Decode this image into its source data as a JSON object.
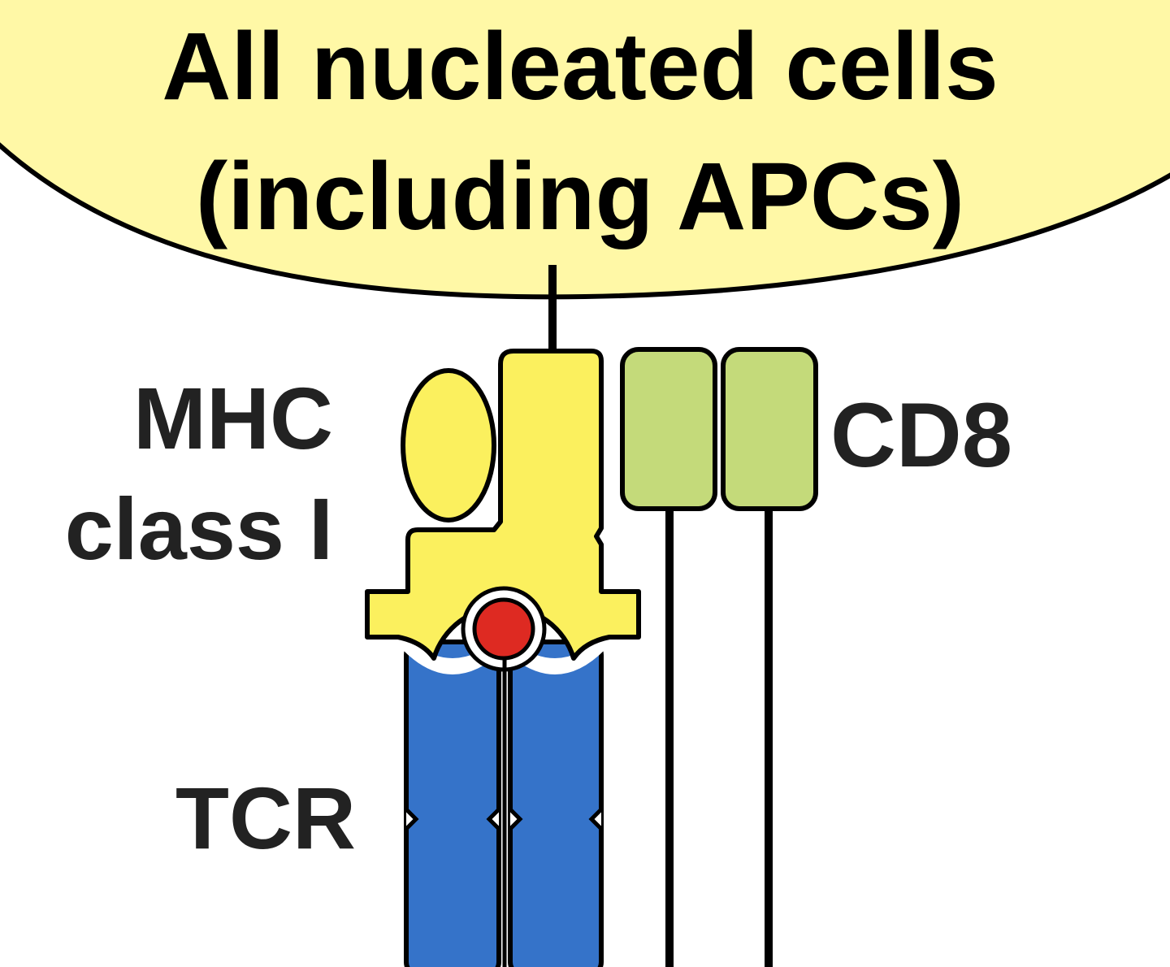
{
  "cell": {
    "title_line1": "All nucleated cells",
    "title_line2": "(including APCs)",
    "fill_color": "#fff8a6"
  },
  "labels": {
    "mhc_line1": "MHC",
    "mhc_line2": "class I",
    "cd8": "CD8",
    "tcr": "TCR"
  },
  "colors": {
    "mhc": "#fbf05e",
    "peptide": "#de2a22",
    "tcr": "#3573c9",
    "cd8": "#c4da7a",
    "outline": "#000000",
    "label_text": "#222222"
  }
}
